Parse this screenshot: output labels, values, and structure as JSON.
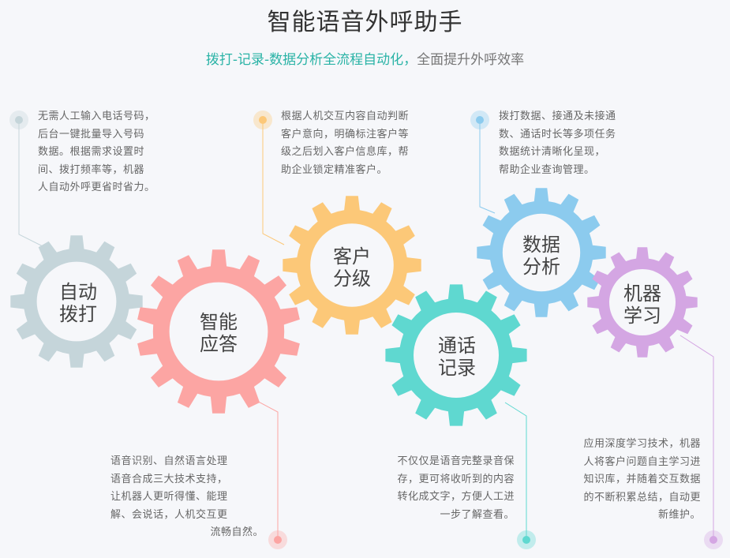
{
  "header": {
    "title": "智能语音外呼助手",
    "subtitle_highlight": "拨打-记录-数据分析全流程自动化，",
    "subtitle_rest": "全面提升外呼效率"
  },
  "colors": {
    "auto_dial": "#c5d5da",
    "smart_answer": "#fca5a3",
    "customer_grade": "#fcc878",
    "call_record": "#5fd8d0",
    "data_analysis": "#8ccbee",
    "machine_learning": "#d4a6e3"
  },
  "gears": [
    {
      "key": "auto_dial",
      "line1": "自动",
      "line2": "拨打"
    },
    {
      "key": "smart_answer",
      "line1": "智能",
      "line2": "应答"
    },
    {
      "key": "customer_grade",
      "line1": "客户",
      "line2": "分级"
    },
    {
      "key": "call_record",
      "line1": "通话",
      "line2": "记录"
    },
    {
      "key": "data_analysis",
      "line1": "数据",
      "line2": "分析"
    },
    {
      "key": "machine_learning",
      "line1": "机器",
      "line2": "学习"
    }
  ],
  "descriptions": {
    "auto_dial": [
      "无需人工输入电话号码，",
      "后台一键批量导入号码",
      "数据。根据需求设置时",
      "间、拨打频率等，机器",
      "人自动外呼更省时省力。"
    ],
    "customer_grade": [
      "根据人机交互内容自动判断",
      "客户意向，明确标注客户等",
      "级之后划入客户信息库，帮",
      "助企业锁定精准客户。"
    ],
    "data_analysis": [
      "拨打数据、接通及未接通",
      "数、通话时长等多项任务",
      "数据统计清晰化呈现，",
      "帮助企业查询管理。"
    ],
    "smart_answer": [
      "语音识别、自然语言处理",
      "语音合成三大技术支持，",
      "让机器人更听得懂、能理",
      "解、会说话，人机交互更",
      "流畅自然。"
    ],
    "call_record": [
      "不仅仅是语音完整录音保",
      "存，更可将收听到的内容",
      "转化成文字，方便人工进",
      "一步了解查看。"
    ],
    "machine_learning": [
      "应用深度学习技术，机器",
      "人将客户问题自主学习进",
      "知识库，并随着交互数据",
      "的不断积累总结，自动更",
      "新维护。"
    ]
  }
}
